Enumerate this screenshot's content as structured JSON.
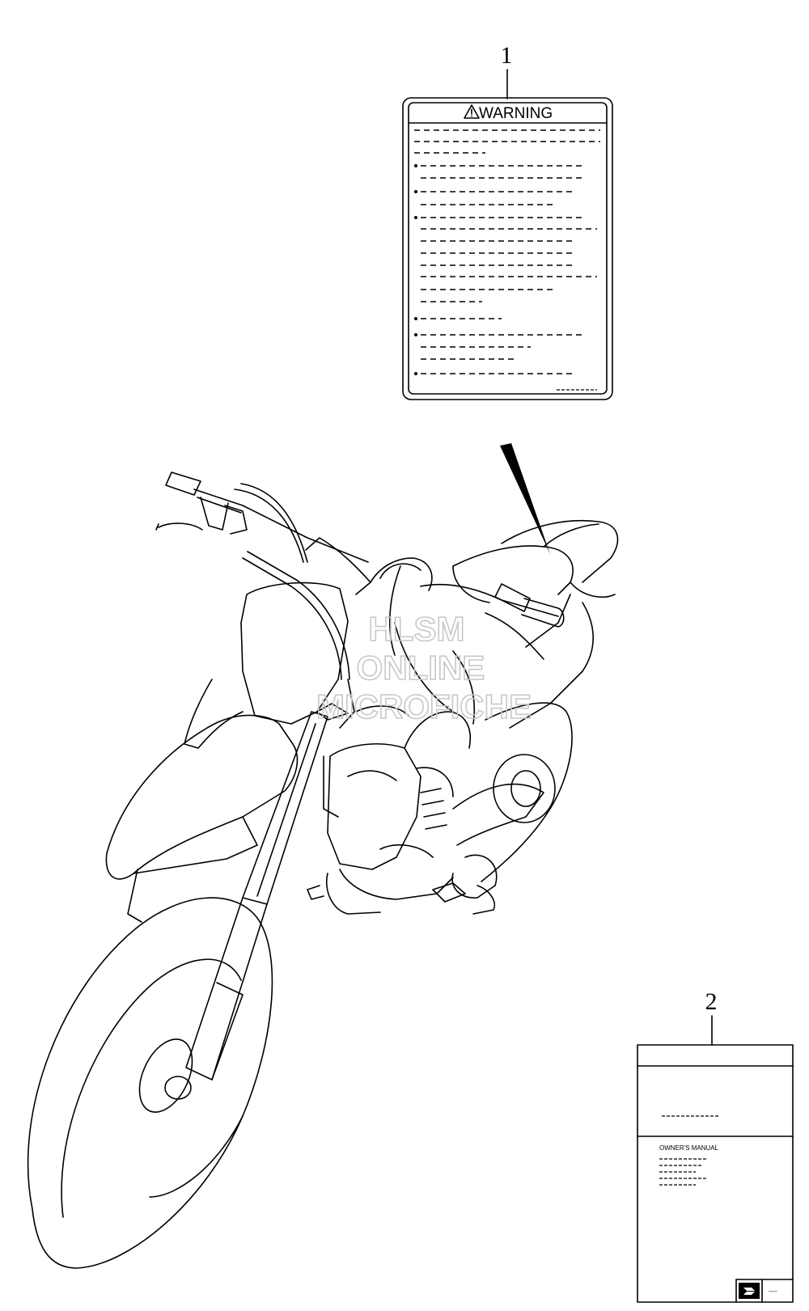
{
  "callouts": {
    "label_1": "1",
    "label_2": "2"
  },
  "warning_label": {
    "title": "WARNING",
    "icon": "warning-triangle-icon"
  },
  "owners_manual": {
    "title": "OWNER'S MANUAL",
    "icon": "suzuki-logo-icon",
    "code": "----"
  },
  "watermark": {
    "line1": "HLSM",
    "line2": "ONLINE",
    "line3": "MICROFICHE"
  }
}
